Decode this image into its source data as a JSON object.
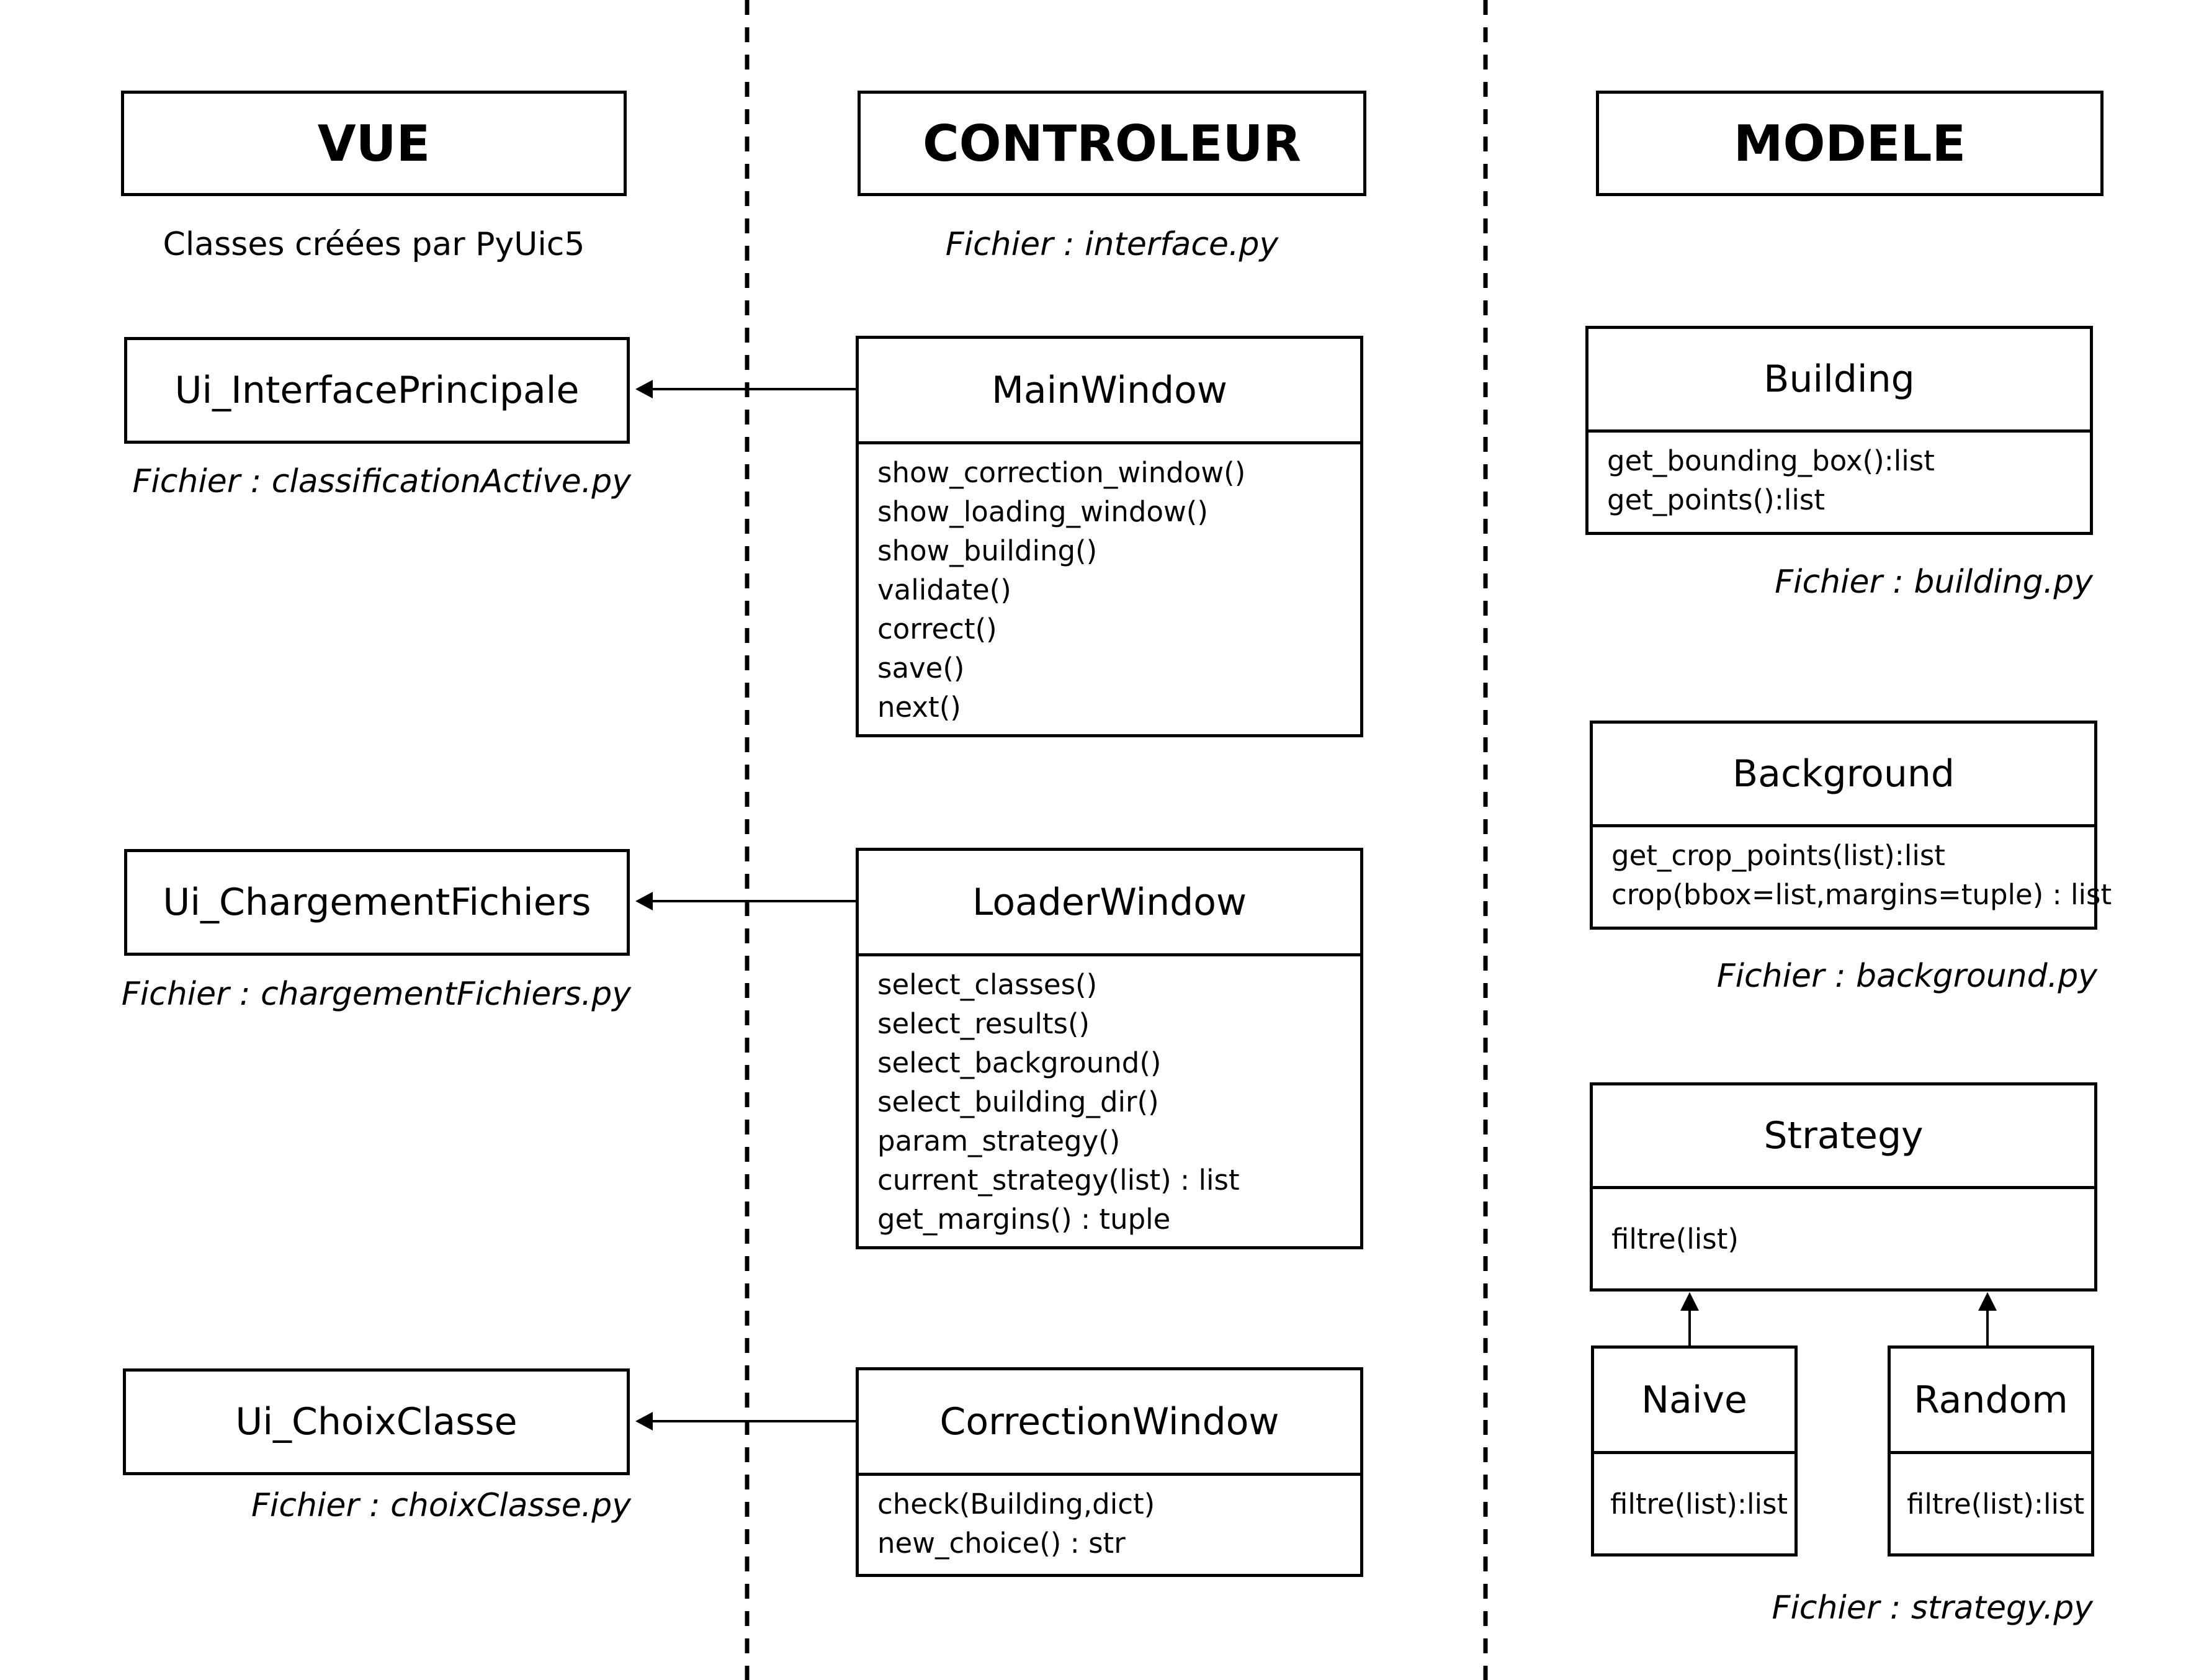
{
  "columns": {
    "vue": {
      "title": "VUE",
      "subtitle": "Classes créées par PyUic5"
    },
    "controleur": {
      "title": "CONTROLEUR",
      "file": "Fichier : interface.py"
    },
    "modele": {
      "title": "MODELE"
    }
  },
  "vue_classes": [
    {
      "name": "Ui_InterfacePrincipale",
      "file": "Fichier : classificationActive.py"
    },
    {
      "name": "Ui_ChargementFichiers",
      "file": "Fichier : chargementFichiers.py"
    },
    {
      "name": "Ui_ChoixClasse",
      "file": "Fichier : choixClasse.py"
    }
  ],
  "controleur_classes": [
    {
      "name": "MainWindow",
      "methods": [
        "show_correction_window()",
        "show_loading_window()",
        "show_building()",
        "validate()",
        "correct()",
        "save()",
        "next()"
      ]
    },
    {
      "name": "LoaderWindow",
      "methods": [
        "select_classes()",
        "select_results()",
        "select_background()",
        "select_building_dir()",
        "param_strategy()",
        "current_strategy(list) : list",
        "get_margins() : tuple"
      ]
    },
    {
      "name": "CorrectionWindow",
      "methods": [
        "check(Building,dict)",
        "new_choice() : str"
      ]
    }
  ],
  "modele_classes": [
    {
      "name": "Building",
      "methods": [
        "get_bounding_box():list",
        "get_points():list"
      ],
      "file": "Fichier : building.py"
    },
    {
      "name": "Background",
      "methods": [
        "get_crop_points(list):list",
        "crop(bbox=list,margins=tuple) : list"
      ],
      "file": "Fichier : background.py"
    },
    {
      "name": "Strategy",
      "methods": [
        "filtre(list)"
      ],
      "file": "Fichier : strategy.py"
    },
    {
      "name": "Naive",
      "methods": [
        "filtre(list):list"
      ]
    },
    {
      "name": "Random",
      "methods": [
        "filtre(list):list"
      ]
    }
  ]
}
